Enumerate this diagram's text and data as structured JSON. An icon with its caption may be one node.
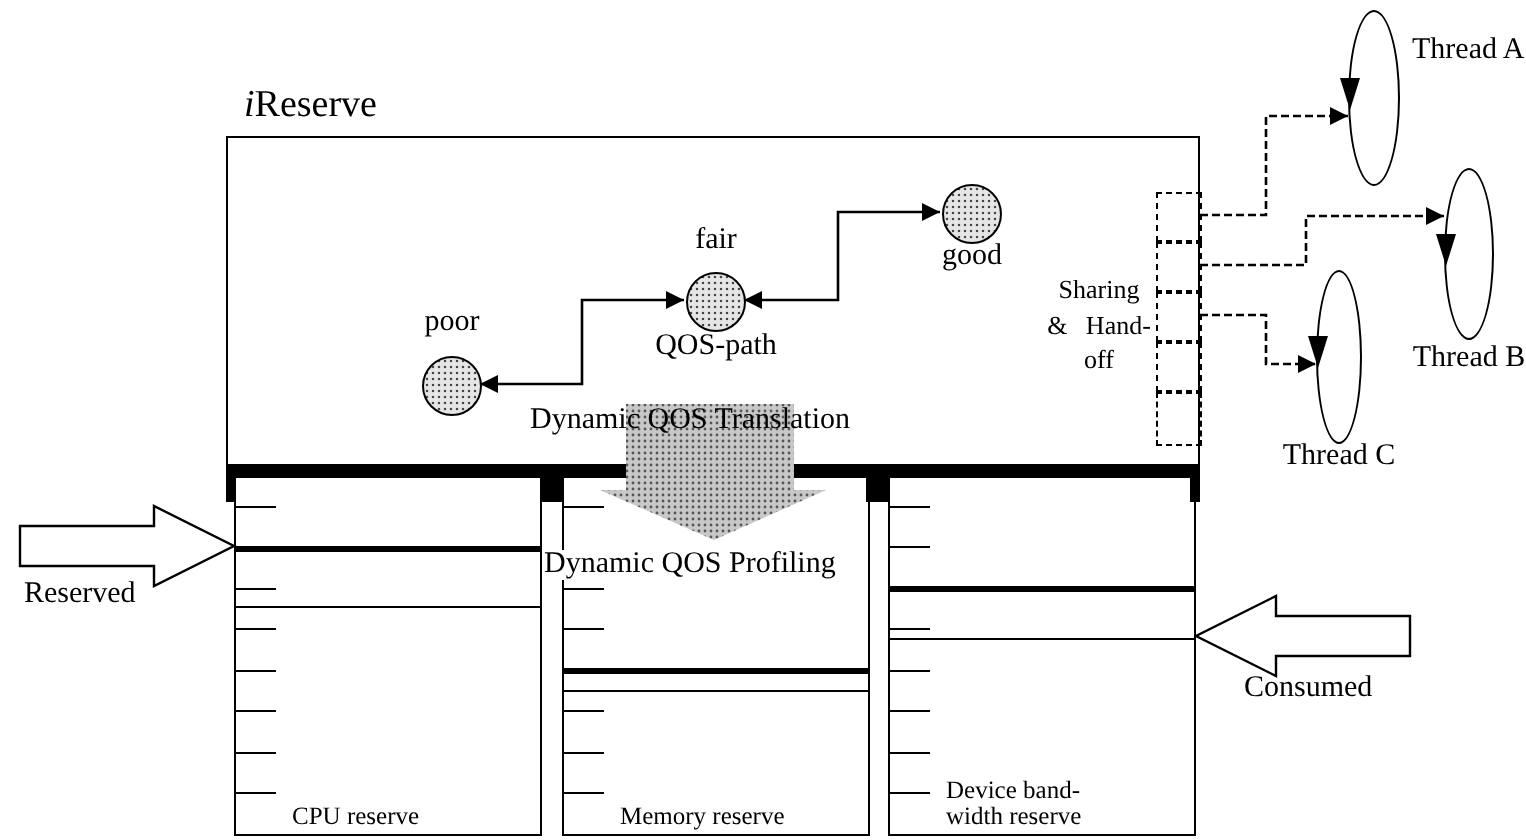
{
  "diagram": {
    "nodes": [
      {
        "text": [
          "iReserve"
        ]
      },
      {
        "text": [
          "poor"
        ],
        "in": 0
      },
      {
        "text": [
          "fair",
          "QOS-path"
        ],
        "in": 0
      },
      {
        "text": [
          "good"
        ],
        "in": 0
      },
      {
        "text": [
          "Sharing & Hand-off"
        ],
        "in": 0
      },
      {
        "text": [],
        "shape": "box",
        "in": 4
      },
      {
        "text": [],
        "shape": "box",
        "in": 4
      },
      {
        "text": [],
        "shape": "box",
        "in": 4
      },
      {
        "text": [],
        "shape": "box",
        "in": 4
      },
      {
        "text": [],
        "shape": "box",
        "in": 4
      },
      {
        "text": [
          "Thread A"
        ]
      },
      {
        "text": [
          "Thread B"
        ]
      },
      {
        "text": [
          "Thread C"
        ]
      },
      {
        "text": [
          "CPU reserve"
        ]
      },
      {
        "text": [
          "Memory reserve"
        ]
      },
      {
        "text": [
          "Device band-width reserve"
        ]
      }
    ],
    "edges": [
      {
        "from": 1,
        "to": 2,
        "arrow": "both"
      },
      {
        "from": 2,
        "to": 3,
        "arrow": "both"
      },
      {
        "from": 5,
        "to": 10,
        "arrow": "to",
        "style": "dashed"
      },
      {
        "from": 6,
        "to": 11,
        "arrow": "to",
        "style": "dashed"
      },
      {
        "from": 7,
        "to": 12,
        "arrow": "to",
        "style": "dashed"
      },
      {
        "from": null,
        "to": 13,
        "arrow": "to",
        "label": "Reserved",
        "style": "thick"
      },
      {
        "from": null,
        "to": 15,
        "arrow": "to",
        "label": "Consumed",
        "style": "thick"
      },
      {
        "from": 0,
        "to": 14,
        "arrow": "to",
        "style": "thick",
        "color": "#c8c8c8"
      }
    ],
    "labels": [
      "Dynamic QOS Translation",
      "Dynamic QOS Profiling"
    ]
  }
}
